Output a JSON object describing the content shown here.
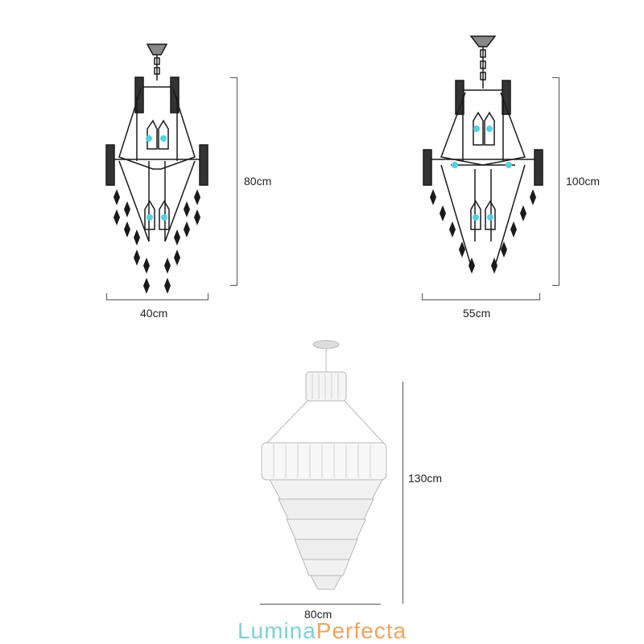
{
  "dimensions": {
    "small": {
      "height": "80cm",
      "width": "40cm"
    },
    "medium": {
      "height": "100cm",
      "width": "55cm"
    },
    "large": {
      "height": "130cm",
      "width": "80cm"
    }
  },
  "brand": {
    "part1": "Lumina",
    "part2": "Perfecta",
    "color1": "#7fcfd6",
    "color2": "#f2a35c"
  },
  "colors": {
    "accent_bulb": "#4fd3e0",
    "frame": "#1a1a1a",
    "line": "#555555"
  }
}
